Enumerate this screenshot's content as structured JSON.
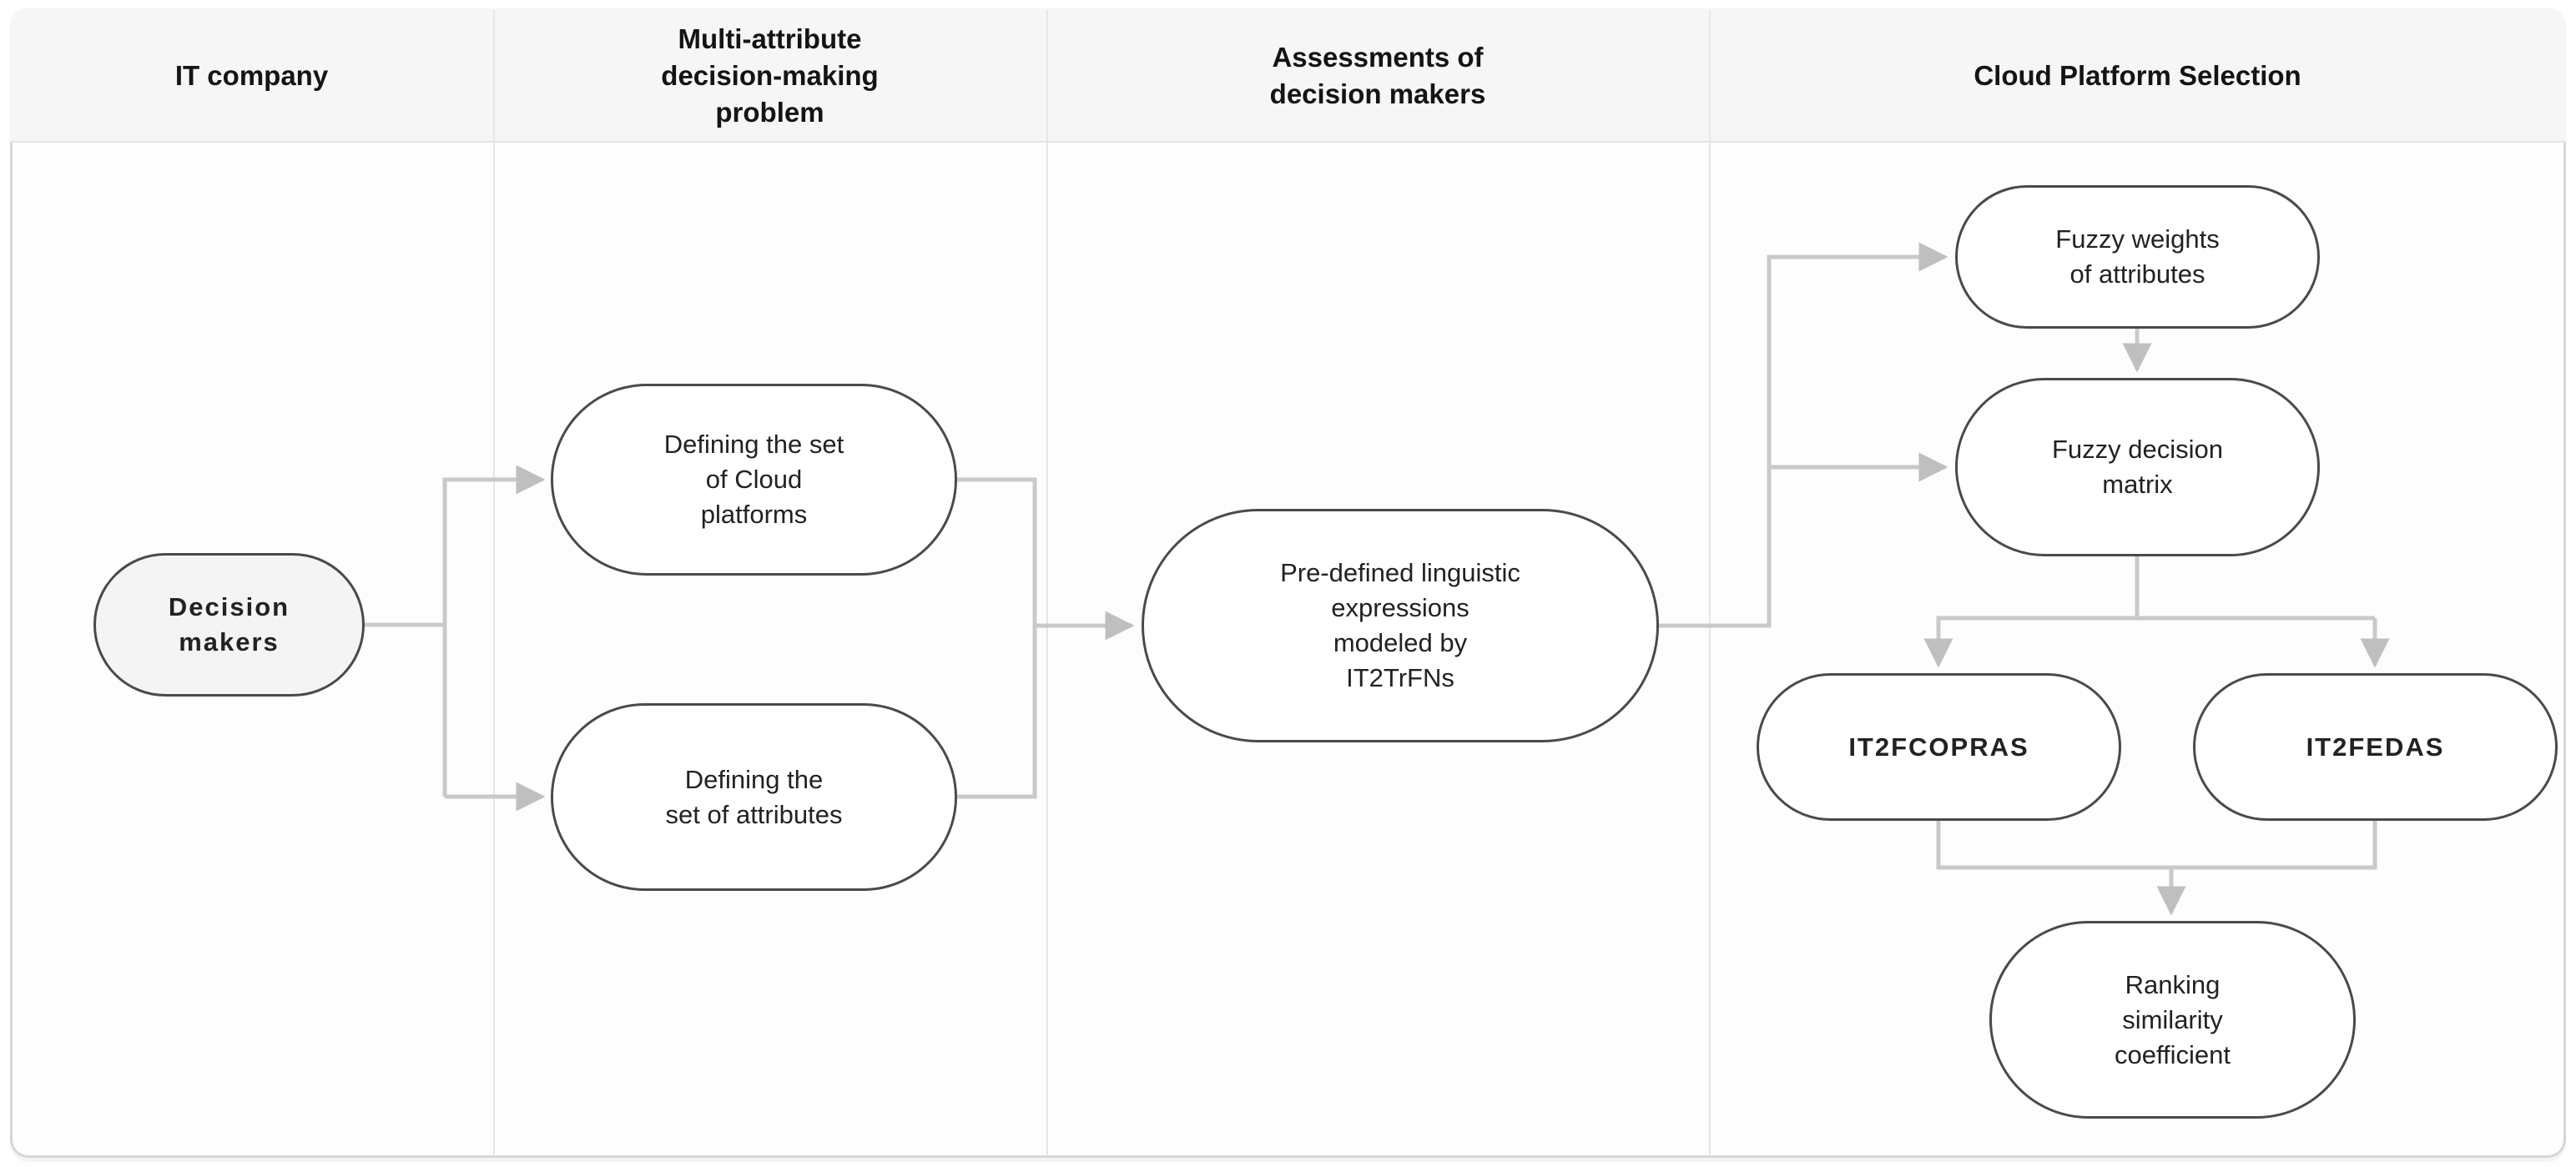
{
  "diagram": {
    "type": "swimlane-flowchart",
    "lanes": [
      {
        "id": "it-company",
        "title": "IT company"
      },
      {
        "id": "madm-problem",
        "title": [
          "Multi-attribute",
          "decision-making",
          "problem"
        ]
      },
      {
        "id": "assessments",
        "title": [
          "Assessments of",
          "decision makers"
        ]
      },
      {
        "id": "cloud-selection",
        "title": "Cloud Platform Selection"
      }
    ],
    "nodes": {
      "decision_makers": {
        "label": [
          "Decision",
          "makers"
        ],
        "lane": "it-company",
        "emphasis": "bold"
      },
      "defining_cloud": {
        "label": [
          "Defining the set",
          "of Cloud",
          "platforms"
        ],
        "lane": "madm-problem"
      },
      "defining_attributes": {
        "label": [
          "Defining the",
          "set of attributes"
        ],
        "lane": "madm-problem"
      },
      "predefined_linguistic": {
        "label": [
          "Pre-defined linguistic",
          "expressions",
          "modeled by",
          "IT2TrFNs"
        ],
        "lane": "assessments"
      },
      "fuzzy_weights": {
        "label": [
          "Fuzzy weights",
          "of attributes"
        ],
        "lane": "cloud-selection"
      },
      "fuzzy_matrix": {
        "label": [
          "Fuzzy decision",
          "matrix"
        ],
        "lane": "cloud-selection"
      },
      "it2fcopras": {
        "label": "IT2FCOPRAS",
        "lane": "cloud-selection",
        "emphasis": "bold"
      },
      "it2fedas": {
        "label": "IT2FEDAS",
        "lane": "cloud-selection",
        "emphasis": "bold"
      },
      "ranking": {
        "label": [
          "Ranking",
          "similarity",
          "coefficient"
        ],
        "lane": "cloud-selection"
      }
    },
    "edges": [
      {
        "from": "decision_makers",
        "to": "defining_cloud"
      },
      {
        "from": "decision_makers",
        "to": "defining_attributes"
      },
      {
        "from": "defining_cloud",
        "to": "predefined_linguistic"
      },
      {
        "from": "defining_attributes",
        "to": "predefined_linguistic"
      },
      {
        "from": "predefined_linguistic",
        "to": "fuzzy_weights"
      },
      {
        "from": "predefined_linguistic",
        "to": "fuzzy_matrix"
      },
      {
        "from": "fuzzy_weights",
        "to": "fuzzy_matrix"
      },
      {
        "from": "fuzzy_matrix",
        "to": "it2fcopras"
      },
      {
        "from": "fuzzy_matrix",
        "to": "it2fedas"
      },
      {
        "from": "it2fcopras",
        "to": "ranking"
      },
      {
        "from": "it2fedas",
        "to": "ranking"
      }
    ],
    "colors": {
      "frame_border": "#d7d7d9",
      "header_background": "#f6f6f7",
      "body_background": "#fdfdfe",
      "lane_divider": "#e6e6e8",
      "node_border": "#4a4a4a",
      "node_fill": "#ffffff",
      "node_fill_shaded": "#f4f4f4",
      "connector": "#c9c9c9",
      "arrowhead": "#bfbfbf",
      "text": "#141414"
    }
  }
}
